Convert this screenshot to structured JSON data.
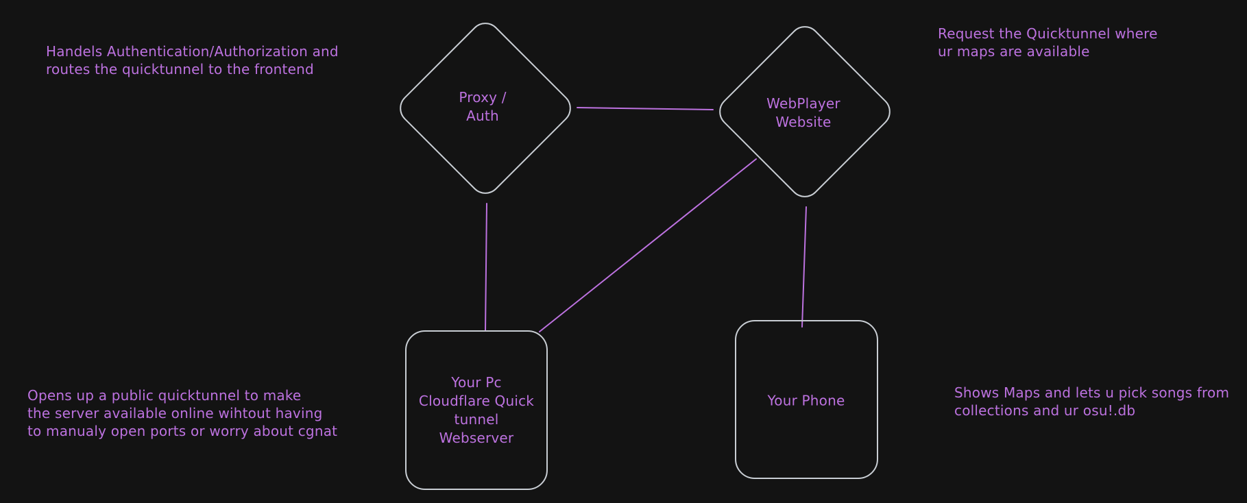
{
  "canvas": {
    "background_color": "#131313",
    "shape_stroke_color": "#c9ced4",
    "accent_color": "#bd72e0"
  },
  "nodes": [
    {
      "id": "proxy-auth",
      "shape": "diamond",
      "label": "Proxy /\nAuth"
    },
    {
      "id": "webplayer",
      "shape": "diamond",
      "label": "WebPlayer\nWebsite"
    },
    {
      "id": "your-pc",
      "shape": "rectangle",
      "label": "Your Pc\nCloudflare Quick\ntunnel\nWebserver"
    },
    {
      "id": "your-phone",
      "shape": "rectangle",
      "label": "Your Phone"
    }
  ],
  "edges": [
    {
      "id": "proxy-to-webplayer",
      "from": "proxy-auth",
      "to": "webplayer"
    },
    {
      "id": "proxy-to-pc",
      "from": "proxy-auth",
      "to": "your-pc"
    },
    {
      "id": "webplayer-to-pc",
      "from": "webplayer",
      "to": "your-pc"
    },
    {
      "id": "webplayer-to-phone",
      "from": "webplayer",
      "to": "your-phone"
    }
  ],
  "annotations": [
    {
      "id": "top-left",
      "text": "Handels Authentication/Authorization and\nroutes the quicktunnel to the frontend"
    },
    {
      "id": "top-right",
      "text": "Request the Quicktunnel where\nur maps are available"
    },
    {
      "id": "bottom-left",
      "text": "Opens up a public quicktunnel to make\nthe server available online wihtout having\nto manualy open ports or worry about cgnat"
    },
    {
      "id": "bottom-right",
      "text": "Shows Maps and lets u pick songs from\ncollections and ur osu!.db"
    }
  ]
}
